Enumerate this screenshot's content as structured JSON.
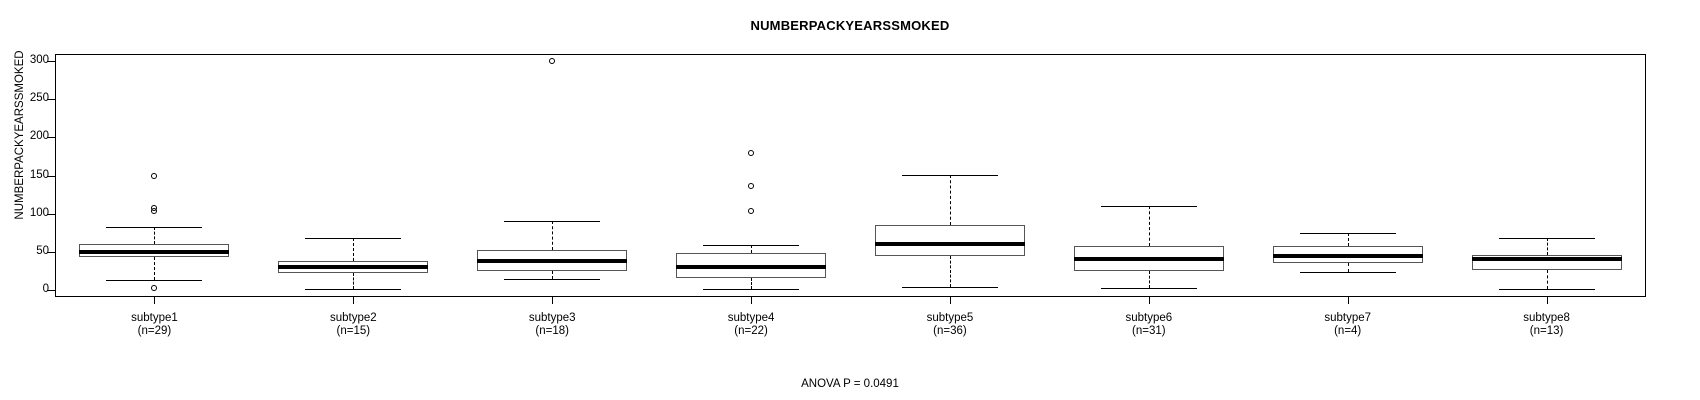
{
  "chart_data": {
    "type": "box",
    "title": "NUMBERPACKYEARSSMOKED",
    "xlabel": "",
    "ylabel": "NUMBERPACKYEARSSMOKED",
    "ylim": [
      0,
      300
    ],
    "yticks": [
      0,
      50,
      100,
      150,
      200,
      250,
      300
    ],
    "ytick_labels": [
      "0",
      "50",
      "100",
      "150",
      "200",
      "250",
      "300"
    ],
    "grid": false,
    "legend": "none",
    "annotation": "ANOVA P = 0.0491",
    "categories": [
      "subtype1",
      "subtype2",
      "subtype3",
      "subtype4",
      "subtype5",
      "subtype6",
      "subtype7",
      "subtype8"
    ],
    "category_labels": [
      {
        "name": "subtype1",
        "n": "(n=29)"
      },
      {
        "name": "subtype2",
        "n": "(n=15)"
      },
      {
        "name": "subtype3",
        "n": "(n=18)"
      },
      {
        "name": "subtype4",
        "n": "(n=22)"
      },
      {
        "name": "subtype5",
        "n": "(n=36)"
      },
      {
        "name": "subtype6",
        "n": "(n=31)"
      },
      {
        "name": "subtype7",
        "n": "(n=4)"
      },
      {
        "name": "subtype8",
        "n": "(n=13)"
      }
    ],
    "counts": [
      29,
      15,
      18,
      22,
      36,
      31,
      4,
      13
    ],
    "boxes": [
      {
        "category": "subtype1",
        "lower_whisker": 13,
        "q1": 43,
        "median": 50,
        "q3": 60,
        "upper_whisker": 83,
        "outliers": [
          150,
          108,
          103,
          3
        ]
      },
      {
        "category": "subtype2",
        "lower_whisker": 1,
        "q1": 22,
        "median": 30,
        "q3": 38,
        "upper_whisker": 68,
        "outliers": []
      },
      {
        "category": "subtype3",
        "lower_whisker": 14,
        "q1": 25,
        "median": 38,
        "q3": 53,
        "upper_whisker": 91,
        "outliers": [
          300
        ]
      },
      {
        "category": "subtype4",
        "lower_whisker": 1,
        "q1": 16,
        "median": 30,
        "q3": 48,
        "upper_whisker": 59,
        "outliers": [
          180,
          136,
          103
        ]
      },
      {
        "category": "subtype5",
        "lower_whisker": 4,
        "q1": 44,
        "median": 60,
        "q3": 85,
        "upper_whisker": 151,
        "outliers": []
      },
      {
        "category": "subtype6",
        "lower_whisker": 2,
        "q1": 25,
        "median": 40,
        "q3": 57,
        "upper_whisker": 110,
        "outliers": []
      },
      {
        "category": "subtype7",
        "lower_whisker": 23,
        "q1": 35,
        "median": 45,
        "q3": 57,
        "upper_whisker": 75,
        "outliers": []
      },
      {
        "category": "subtype8",
        "lower_whisker": 1,
        "q1": 26,
        "median": 40,
        "q3": 46,
        "upper_whisker": 68,
        "outliers": []
      }
    ]
  },
  "colors": {
    "axis": "#000000",
    "box_border": "#555555",
    "box_fill": "#ffffff",
    "median": "#000000",
    "background": "#ffffff"
  }
}
